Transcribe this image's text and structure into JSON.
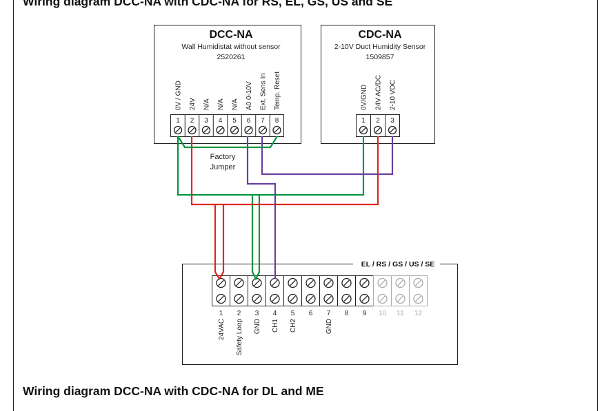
{
  "headings": {
    "top": "Wiring diagram DCC-NA with CDC-NA for RS, EL, GS, US and SE",
    "bottom": "Wiring diagram DCC-NA with CDC-NA for DL and ME"
  },
  "dcc": {
    "title": "DCC-NA",
    "subtitle": "Wall Humidistat without sensor",
    "part_no": "2520261",
    "terminals": [
      {
        "num": "1",
        "label": "0V / GND"
      },
      {
        "num": "2",
        "label": "24V"
      },
      {
        "num": "3",
        "label": "N/A"
      },
      {
        "num": "4",
        "label": "N/A"
      },
      {
        "num": "5",
        "label": "N/A"
      },
      {
        "num": "6",
        "label": "A0 0-10V"
      },
      {
        "num": "7",
        "label": "Ext. Sens In"
      },
      {
        "num": "8",
        "label": "Temp. Reset"
      }
    ],
    "jumper_line1": "Factory",
    "jumper_line2": "Jumper"
  },
  "cdc": {
    "title": "CDC-NA",
    "subtitle": "2-10V Duct Humidity Sensor",
    "part_no": "1509857",
    "terminals": [
      {
        "num": "1",
        "label": "0V/GND"
      },
      {
        "num": "2",
        "label": "24V AC/DC"
      },
      {
        "num": "3",
        "label": "2-10 VDC"
      }
    ]
  },
  "controller": {
    "title": "EL / RS / GS / US / SE",
    "terminals": [
      {
        "num": "1",
        "label": "24VAC",
        "active": true
      },
      {
        "num": "2",
        "label": "Safety Loop",
        "active": true
      },
      {
        "num": "3",
        "label": "GND",
        "active": true
      },
      {
        "num": "4",
        "label": "CH1",
        "active": true
      },
      {
        "num": "5",
        "label": "CH2",
        "active": true
      },
      {
        "num": "6",
        "label": "",
        "active": true
      },
      {
        "num": "7",
        "label": "GND",
        "active": true
      },
      {
        "num": "8",
        "label": "",
        "active": true
      },
      {
        "num": "9",
        "label": "",
        "active": true
      },
      {
        "num": "10",
        "label": "",
        "active": false
      },
      {
        "num": "11",
        "label": "",
        "active": false
      },
      {
        "num": "12",
        "label": "",
        "active": false
      }
    ]
  },
  "colors": {
    "gnd_wire": "#00963c",
    "power_wire": "#e1261c",
    "signal_wire": "#6a3ea1",
    "outline": "#222222",
    "inactive": "#aaaaaa"
  }
}
